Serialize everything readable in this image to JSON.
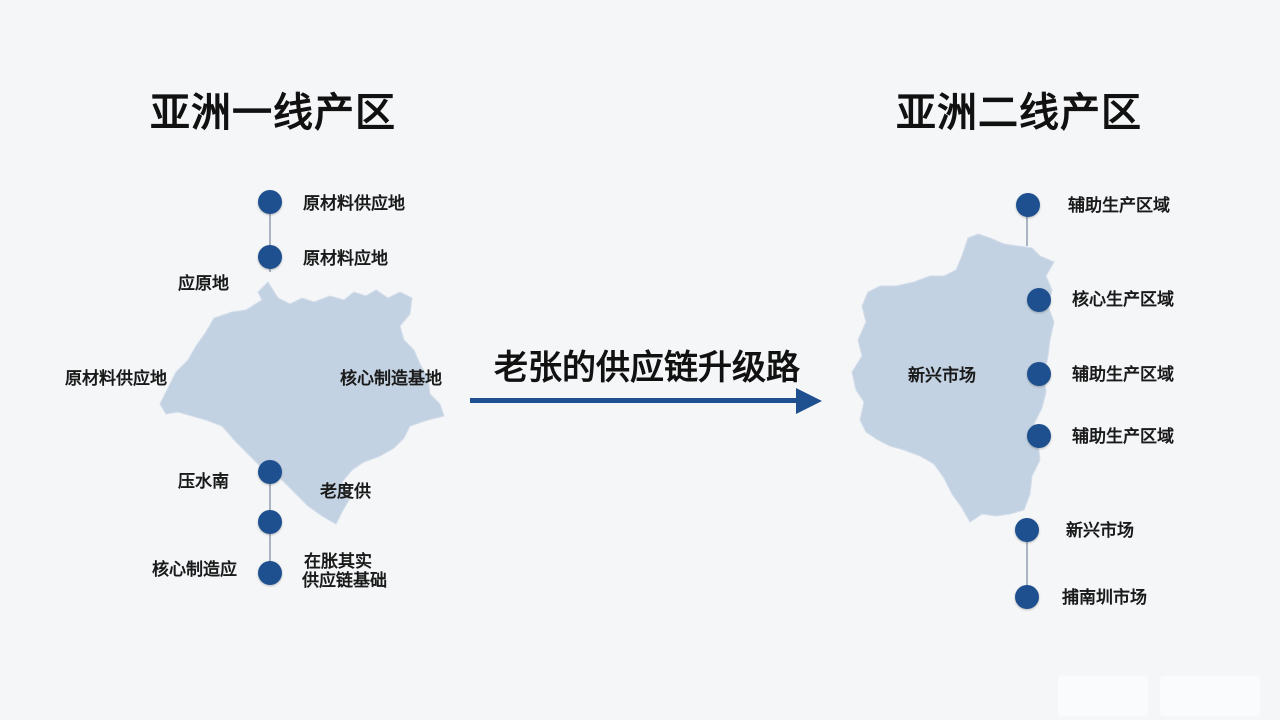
{
  "left_region": {
    "title": "亚洲一线产区",
    "labels": {
      "top_1": "原材料供应地",
      "top_2": "原材料应地",
      "upper_left": "应原地",
      "mid_left": "原材料供应地",
      "mid_right": "核心制造基地",
      "lower_left": "压水南",
      "lower_right": "老度供",
      "bottom_left": "核心制造应",
      "bottom_right_1": "在胀其实",
      "bottom_right_2": "供应链基础"
    }
  },
  "center": {
    "title": "老张的供应链升级路"
  },
  "right_region": {
    "title": "亚洲二线产区",
    "labels": {
      "map_label": "新兴市场",
      "item_1": "辅助生产区域",
      "item_2": "核心生产区域",
      "item_3": "辅助生产区域",
      "item_4": "辅助生产区域",
      "item_5": "新兴市场",
      "item_6": "捕南圳市场"
    }
  },
  "colors": {
    "background": "#f4f6f8",
    "accent": "#1e4f8f",
    "map_fill": "#c3d2e2",
    "connector": "#aab4c2"
  }
}
